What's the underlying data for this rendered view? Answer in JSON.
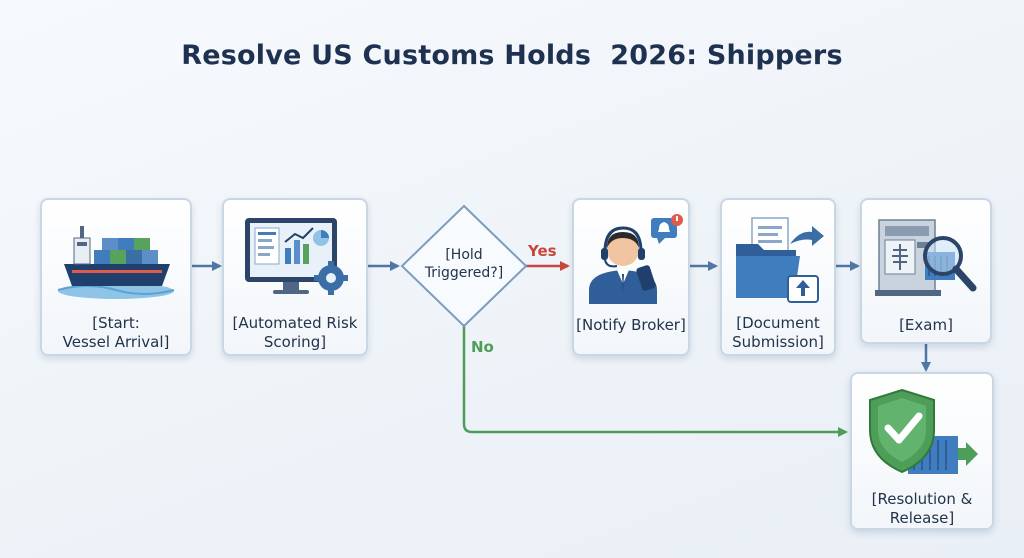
{
  "title": "Resolve US Customs Holds  2026: Shippers",
  "nodes": {
    "start": [
      "[Start:",
      "Vessel Arrival]"
    ],
    "risk": [
      "[Automated Risk",
      "Scoring]"
    ],
    "decision": [
      "[Hold",
      "Triggered?]"
    ],
    "notify": [
      "[Notify Broker]"
    ],
    "docs": [
      "[Document",
      "Submission]"
    ],
    "exam": [
      "[Exam]"
    ],
    "release": [
      "[Resolution &",
      "Release]"
    ]
  },
  "edges": {
    "yes_label": "Yes",
    "no_label": "No"
  },
  "colors": {
    "arrow": "#4f77a5",
    "yes": "#c8473c",
    "no": "#4e9d58",
    "box_border": "#c9d6e4",
    "title": "#1e3150"
  },
  "icons": {
    "start": "cargo-ship-icon",
    "risk": "risk-monitor-icon",
    "notify": "broker-headset-icon",
    "docs": "document-folder-icon",
    "exam": "xray-scanner-icon",
    "release": "shield-check-icon"
  }
}
